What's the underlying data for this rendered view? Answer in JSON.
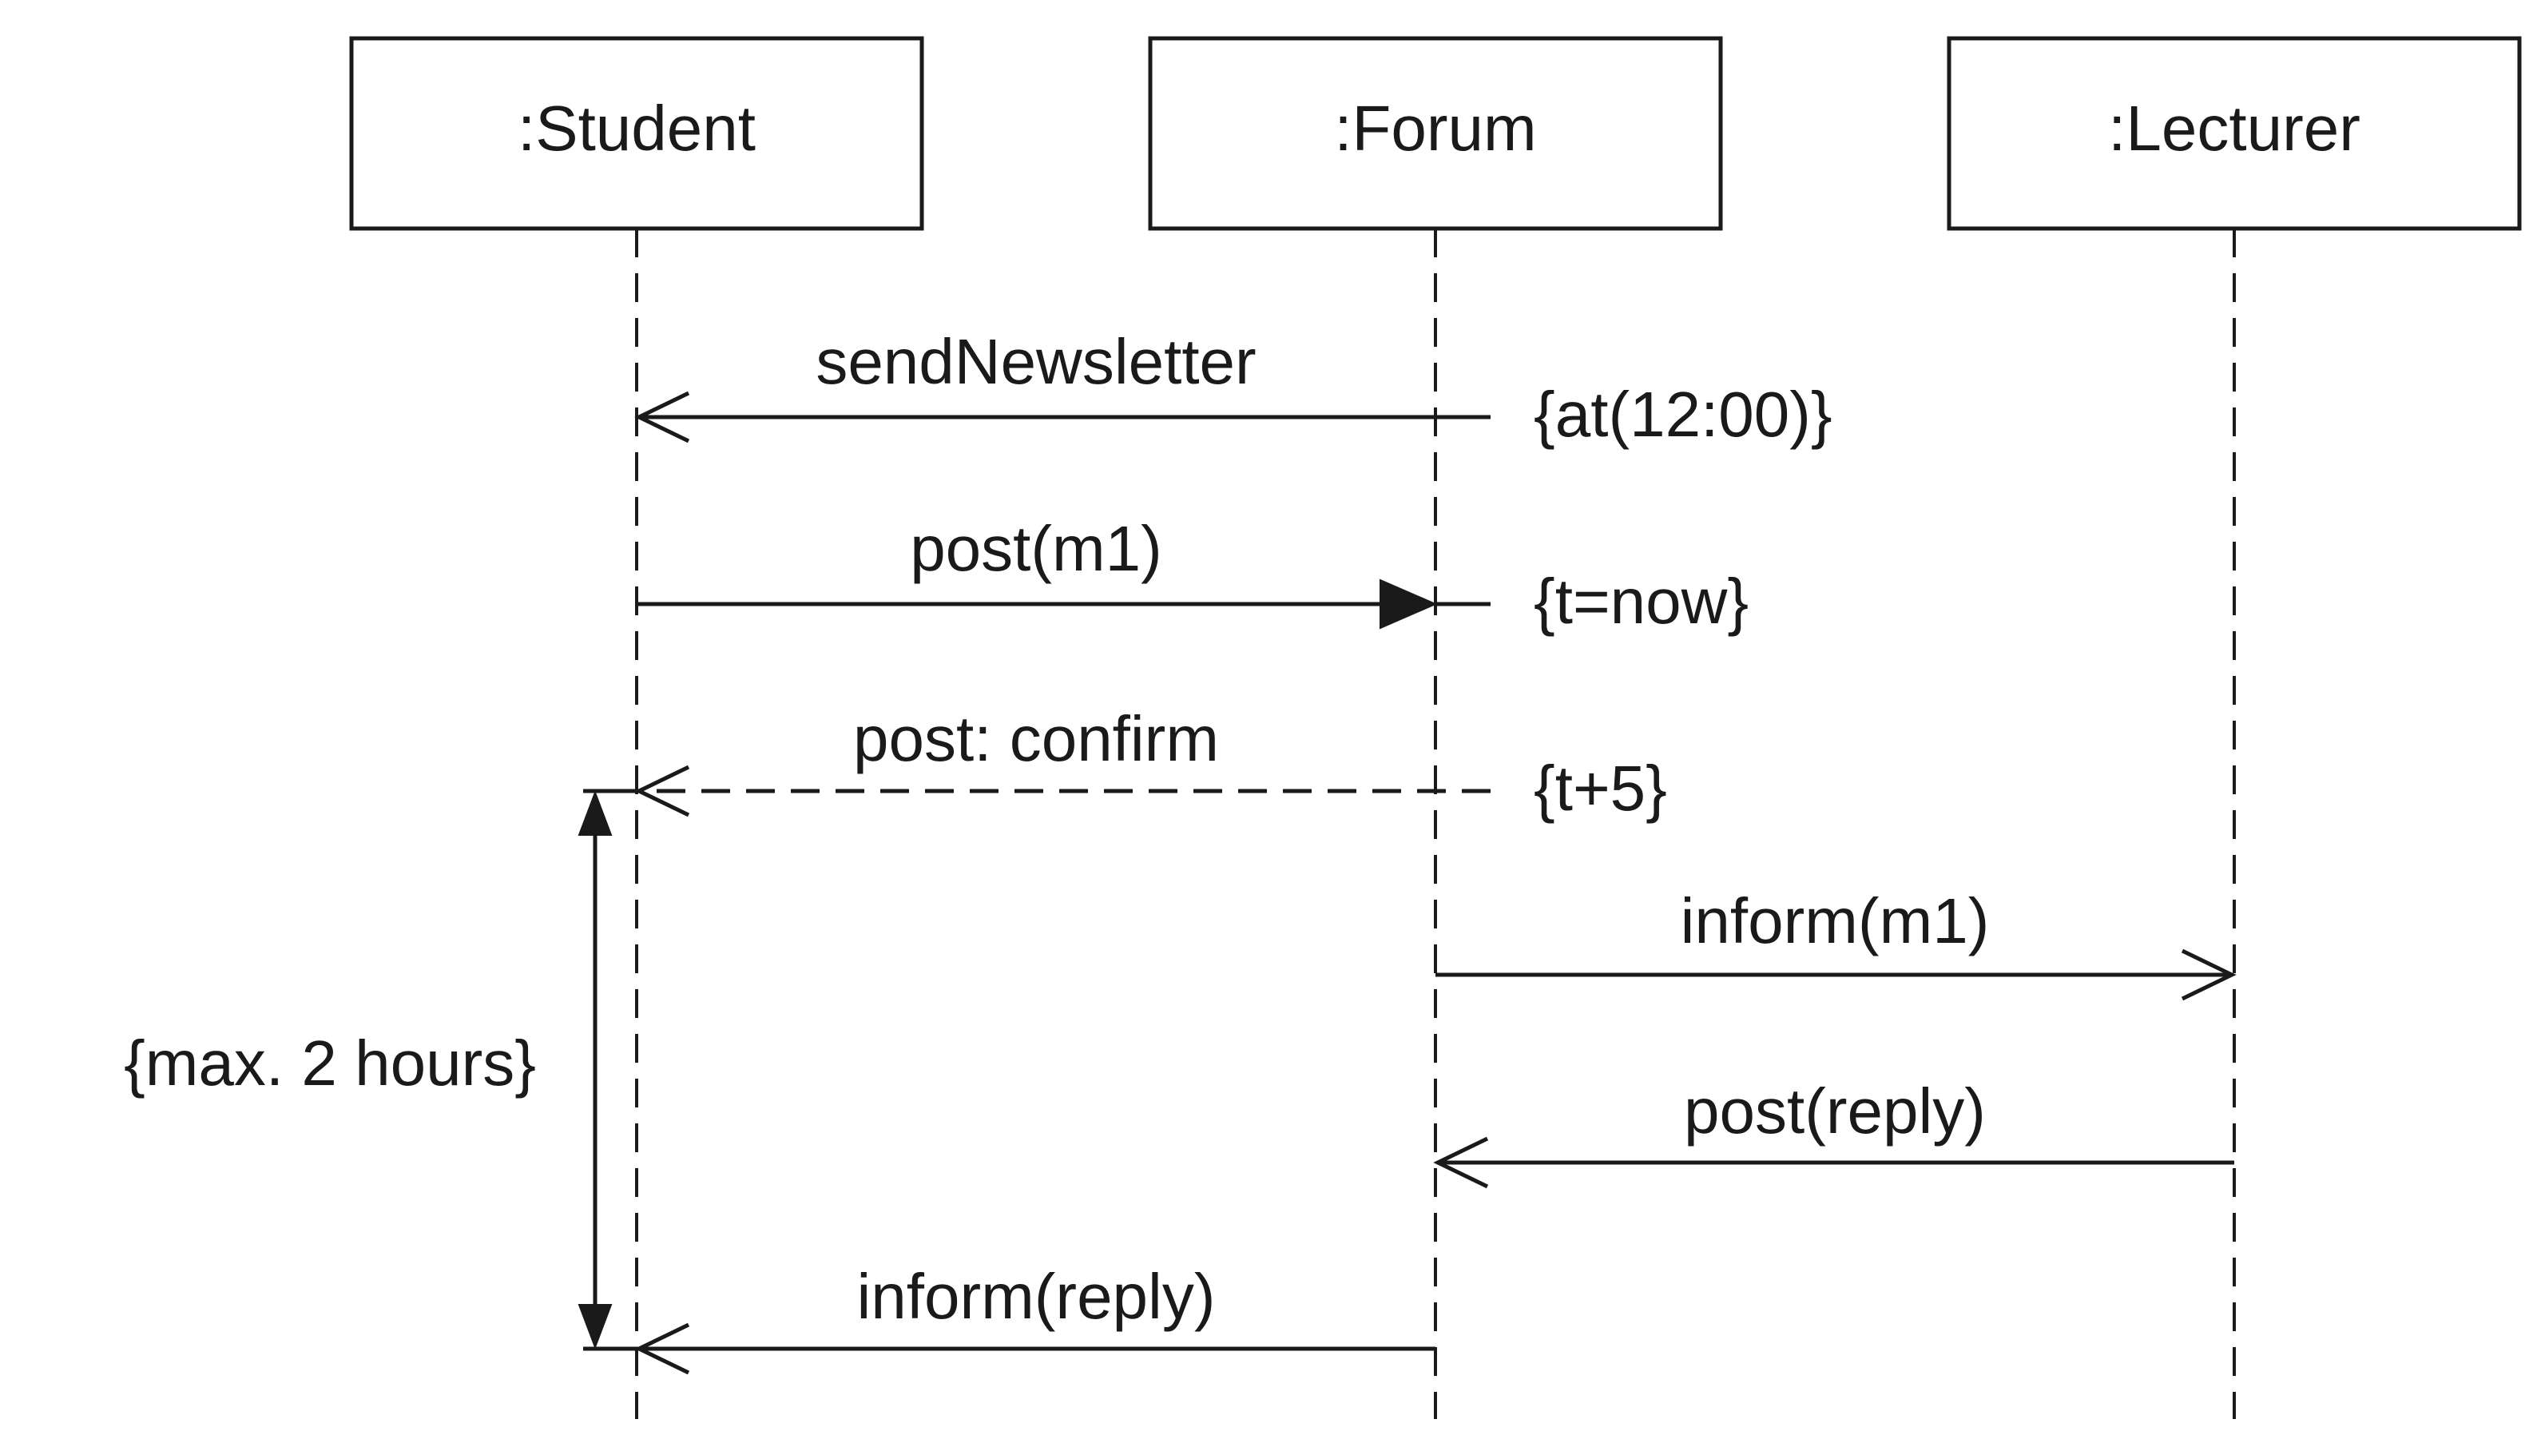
{
  "lifelines": [
    {
      "id": "student",
      "label": ":Student"
    },
    {
      "id": "forum",
      "label": ":Forum"
    },
    {
      "id": "lecturer",
      "label": ":Lecturer"
    }
  ],
  "messages": [
    {
      "id": "m0",
      "label": "sendNewsletter",
      "from": "forum",
      "to": "student",
      "style": "async",
      "constraint": "{at(12:00)}"
    },
    {
      "id": "m1",
      "label": "post(m1)",
      "from": "student",
      "to": "forum",
      "style": "sync",
      "constraint": "{t=now}"
    },
    {
      "id": "m2",
      "label": "post: confirm",
      "from": "forum",
      "to": "student",
      "style": "reply",
      "constraint": "{t+5}"
    },
    {
      "id": "m3",
      "label": "inform(m1)",
      "from": "forum",
      "to": "lecturer",
      "style": "async",
      "constraint": ""
    },
    {
      "id": "m4",
      "label": "post(reply)",
      "from": "lecturer",
      "to": "forum",
      "style": "async",
      "constraint": ""
    },
    {
      "id": "m5",
      "label": "inform(reply)",
      "from": "forum",
      "to": "student",
      "style": "async",
      "constraint": ""
    }
  ],
  "duration_constraint": {
    "label": "{max. 2 hours}",
    "from_message": "m2",
    "to_message": "m5"
  }
}
